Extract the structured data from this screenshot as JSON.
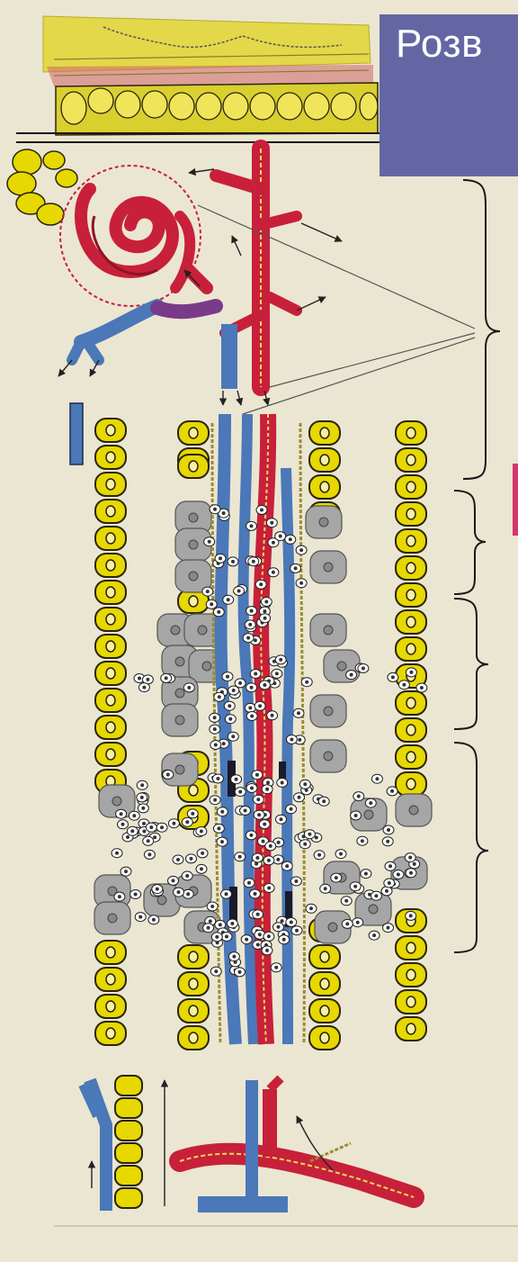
{
  "title": {
    "text": "Розв"
  },
  "colors": {
    "paper": "#ebe6d2",
    "title_box": "#6466a4",
    "title_text": "#ffffff",
    "artery": "#c8203a",
    "vein": "#4a78b8",
    "vein_dark": "#2a3e78",
    "follicle_cell": "#e6d800",
    "follicle_outline": "#2a2410",
    "degenerating_cell": "#a6a6a6",
    "lymphocyte": "#ffffff",
    "nerve_fiber": "#d8c84a",
    "arrow": "#222222"
  },
  "icons": {
    "flow_arrow": "arrow-icon",
    "bracket": "curly-brace-icon"
  },
  "panels": [
    "capsule-and-vascular-top",
    "follicle-columns-middle",
    "vascular-base-bottom"
  ],
  "brackets": [
    "brace-1",
    "brace-2",
    "brace-3",
    "brace-4"
  ]
}
